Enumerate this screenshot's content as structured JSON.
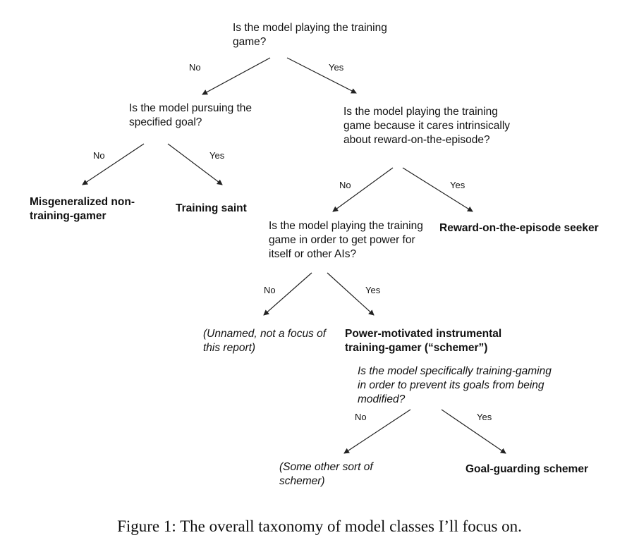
{
  "questions": {
    "q1": "Is the model playing the training game?",
    "q2": "Is the model pursuing the specified goal?",
    "q3": "Is the model playing the training game because it cares intrinsically about reward-on-the-episode?",
    "q4": "Is the model playing the training game in order to get power for itself or other AIs?",
    "q5": "Is the model specifically training-gaming in order to prevent its goals from being modified?"
  },
  "outcomes": {
    "misgeneralized": "Misgeneralized non-training-gamer",
    "training_saint": "Training saint",
    "reward_seeker": "Reward-on-the-episode seeker",
    "unnamed": "(Unnamed, not a focus of this report)",
    "schemer": "Power-motivated instrumental training-gamer (“schemer”)",
    "other_schemer": "(Some other sort of schemer)",
    "goal_guarding": "Goal-guarding schemer"
  },
  "edge_labels": {
    "no": "No",
    "yes": "Yes"
  },
  "caption": "Figure 1: The overall taxonomy of model classes I’ll focus on."
}
